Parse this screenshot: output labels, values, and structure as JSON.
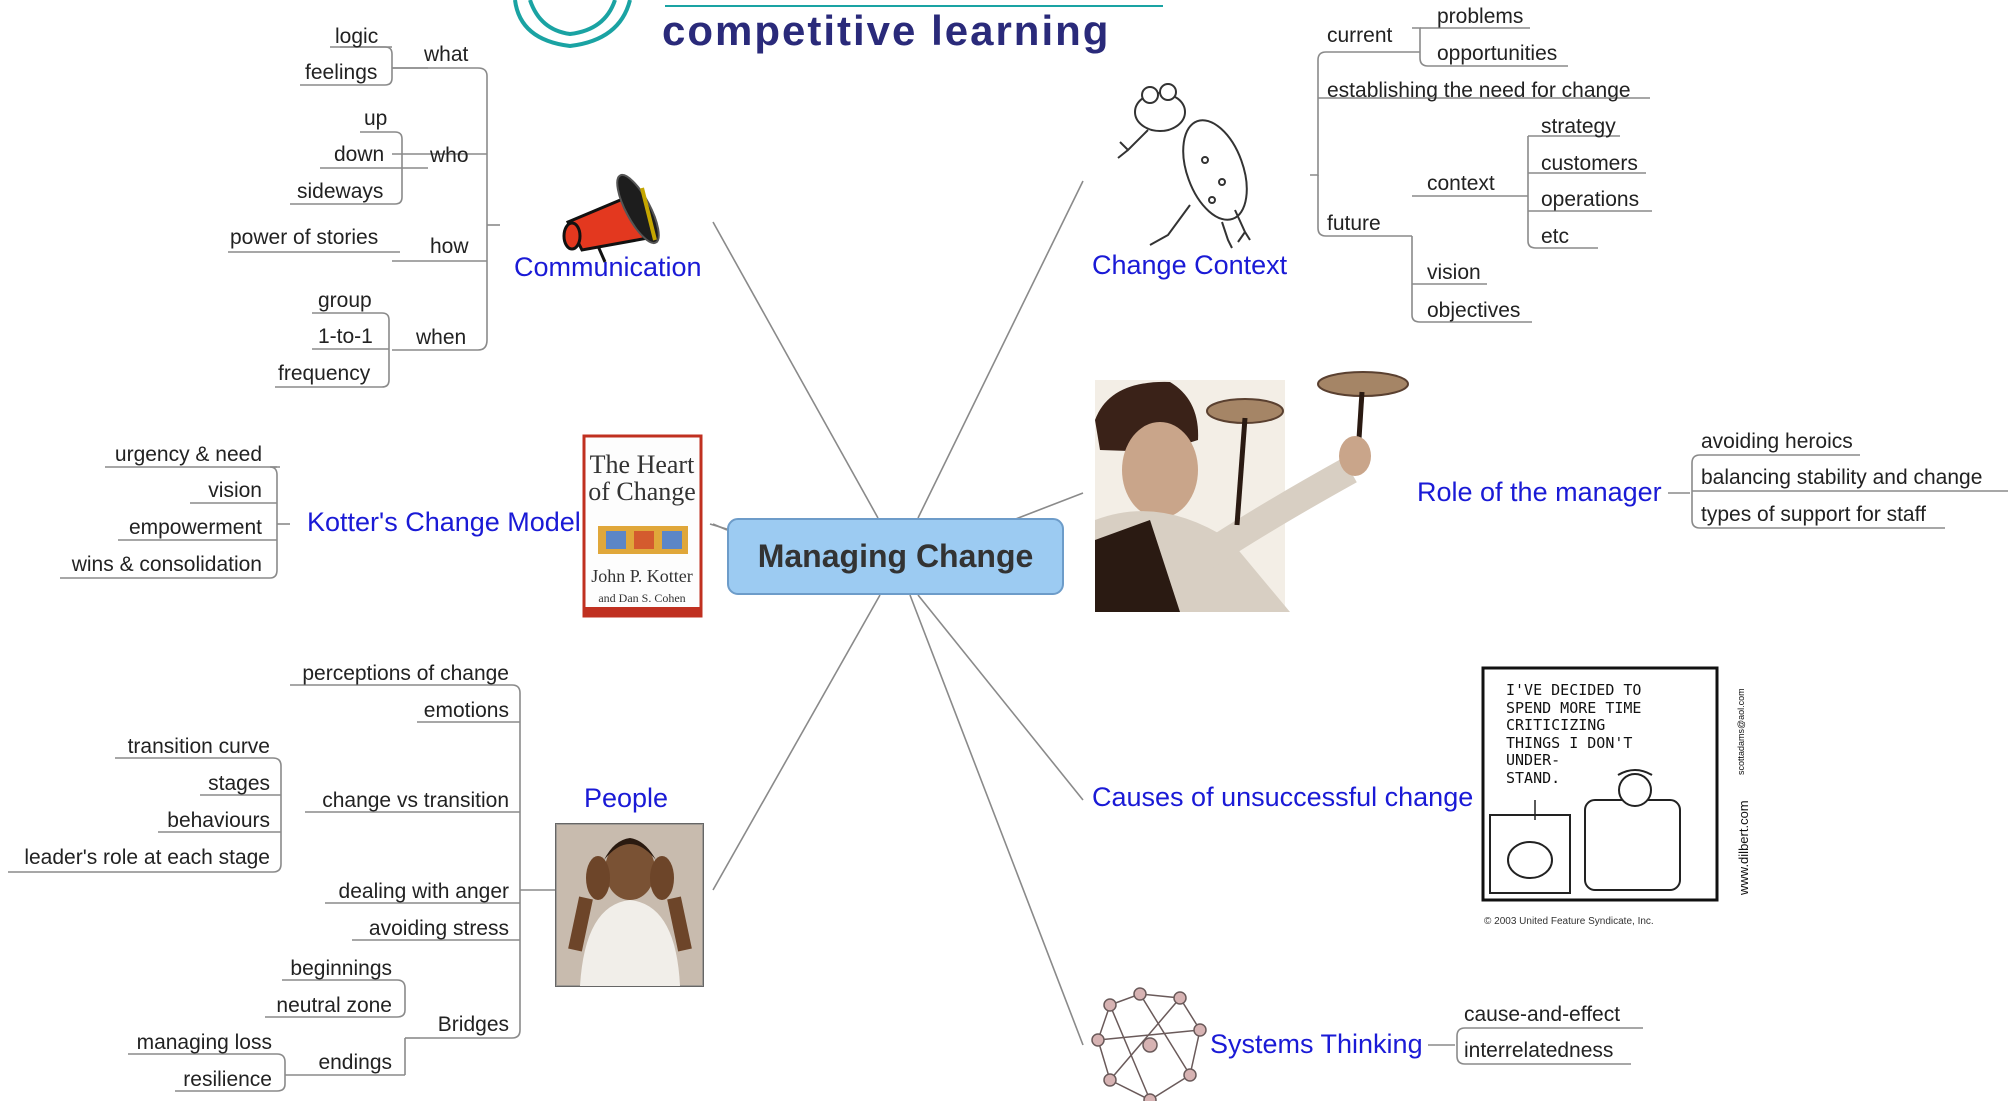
{
  "header": {
    "brand_text": "competitive learning"
  },
  "center": {
    "label": "Managing Change"
  },
  "communication": {
    "title": "Communication",
    "what": "what",
    "logic": "logic",
    "feelings": "feelings",
    "who": "who",
    "up": "up",
    "down": "down",
    "sideways": "sideways",
    "how": "how",
    "power_of_stories": "power of stories",
    "when": "when",
    "group": "group",
    "one_to_one": "1-to-1",
    "frequency": "frequency"
  },
  "kotter": {
    "title": "Kotter's Change Model",
    "items": [
      "urgency & need",
      "vision",
      "empowerment",
      "wins & consolidation"
    ],
    "book_title": "The Heart of Change",
    "book_authors": "John P. Kotter and Dan S. Cohen"
  },
  "people": {
    "title": "People",
    "perceptions": "perceptions of change",
    "emotions": "emotions",
    "change_vs_transition": "change vs transition",
    "transition_curve": "transition curve",
    "stages": "stages",
    "behaviours": "behaviours",
    "leaders_role": "leader's role at each stage",
    "dealing_with_anger": "dealing with anger",
    "avoiding_stress": "avoiding stress",
    "bridges": "Bridges",
    "beginnings": "beginnings",
    "neutral_zone": "neutral zone",
    "endings": "endings",
    "managing_loss": "managing loss",
    "resilience": "resilience"
  },
  "change_context": {
    "title": "Change Context",
    "current": "current",
    "problems": "problems",
    "opportunities": "opportunities",
    "establishing": "establishing the need for change",
    "future": "future",
    "context": "context",
    "strategy": "strategy",
    "customers": "customers",
    "operations": "operations",
    "etc": "etc",
    "vision": "vision",
    "objectives": "objectives"
  },
  "role_of_manager": {
    "title": "Role of the manager",
    "items": [
      "avoiding heroics",
      "balancing stability and change",
      "types of support for staff"
    ]
  },
  "causes": {
    "title": "Causes of unsuccessful change",
    "comic_text": [
      "I'VE DECIDED TO",
      "SPEND MORE TIME",
      "CRITICIZING",
      "THINGS I DON'T",
      "UNDER-",
      "STAND."
    ],
    "comic_url": "www.dilbert.com",
    "comic_email": "scottadams@aol.com",
    "copyright": "© 2003 United Feature Syndicate, Inc."
  },
  "systems": {
    "title": "Systems Thinking",
    "items": [
      "cause-and-effect",
      "interrelatedness"
    ]
  },
  "colors": {
    "topic": "#1a1ad6",
    "center_fill": "#9ccbf2",
    "line": "#999999"
  },
  "icons": [
    "megaphone-icon",
    "book-cover-image",
    "boy-covering-ears-image",
    "frog-icon",
    "plate-spinner-image",
    "dilbert-comic-image",
    "molecule-icon",
    "logo-rings-icon"
  ]
}
